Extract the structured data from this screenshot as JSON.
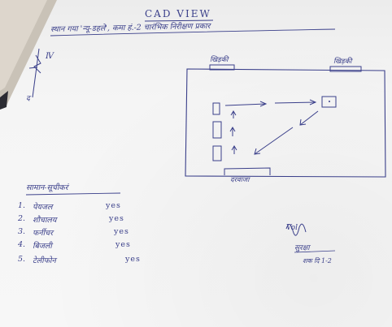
{
  "header": {
    "title": "CAD VIEW",
    "subtitle": "स्थान गया 'न्यू-डहले', कमा हं.-2 चारंभिक निरीक्षण प्रकार"
  },
  "compass": {
    "north_symbol": "Ⅳ",
    "south_label": "द"
  },
  "floor_plan": {
    "window_left_label": "खिड़की",
    "window_right_label": "खिड़की",
    "door_label": "दरवाजा"
  },
  "checklist": {
    "title": "सामान-सूचीकरं",
    "items": [
      {
        "num": "1.",
        "name": "पेयजल",
        "status": "yes"
      },
      {
        "num": "2.",
        "name": "शौचालय",
        "status": "yes"
      },
      {
        "num": "3.",
        "name": "फर्नीचर",
        "status": "yes"
      },
      {
        "num": "4.",
        "name": "बिजली",
        "status": "yes"
      },
      {
        "num": "5.",
        "name": "टेलीफोन",
        "status": "yes"
      }
    ]
  },
  "signoff": {
    "signature": "Vol",
    "name": "सुरक्षा",
    "date": "शक दि 1-2"
  },
  "colors": {
    "ink": "#3a3f8a",
    "paper": "#f5f5f5"
  }
}
